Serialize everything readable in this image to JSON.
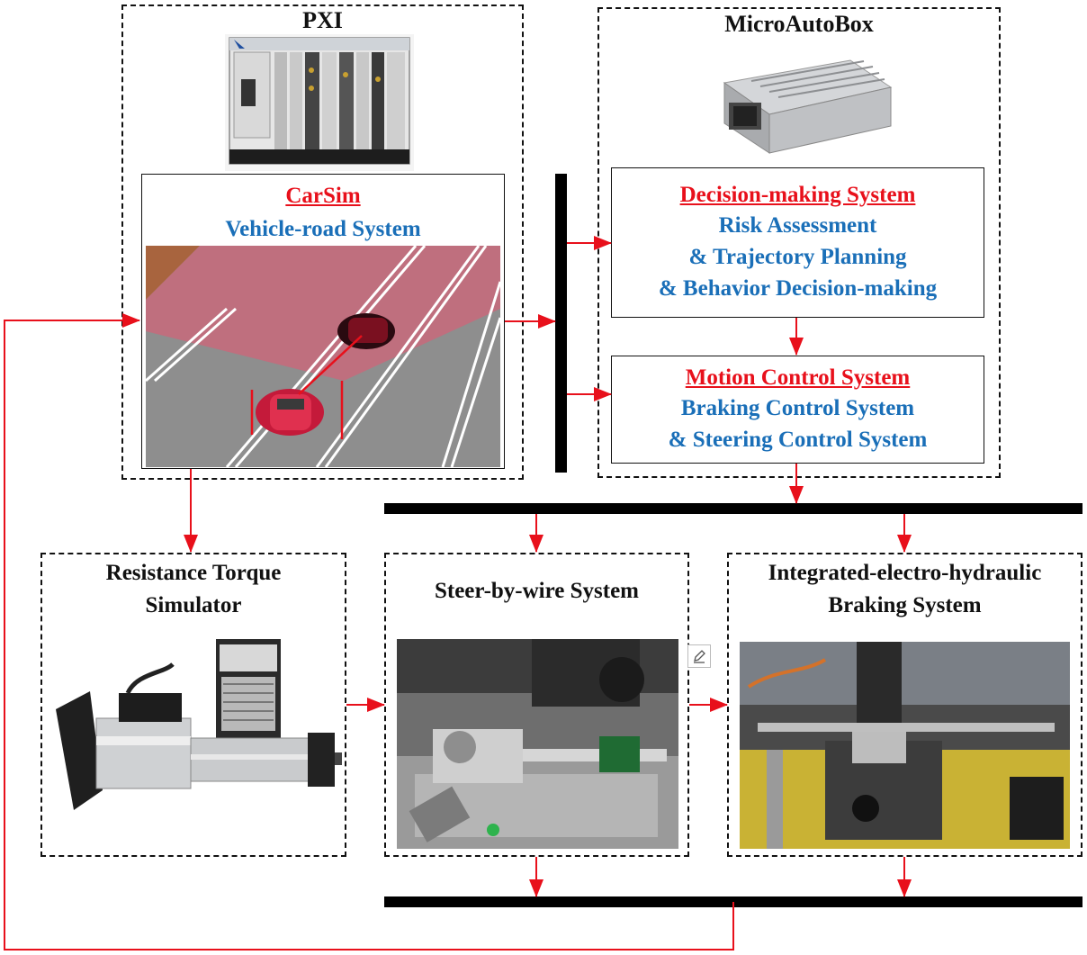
{
  "pxi": {
    "title": "PXI"
  },
  "carsim": {
    "name": "CarSim",
    "subtitle": "Vehicle-road System"
  },
  "microautobox": {
    "title": "MicroAutoBox"
  },
  "decision": {
    "name": "Decision-making System",
    "line1": "Risk Assessment",
    "line2": "& Trajectory Planning",
    "line3": "& Behavior Decision-making"
  },
  "motion": {
    "name": "Motion Control System",
    "line1": "Braking Control System",
    "line2": "& Steering Control System"
  },
  "resistance": {
    "title_line1": "Resistance Torque",
    "title_line2": "Simulator"
  },
  "steer": {
    "title": "Steer-by-wire System"
  },
  "braking": {
    "title_line1": "Integrated-electro-hydraulic",
    "title_line2": "Braking System"
  },
  "colors": {
    "arrow": "#e8101b",
    "accent_blue": "#1a6fb8",
    "highlight_red": "#e8101b"
  }
}
